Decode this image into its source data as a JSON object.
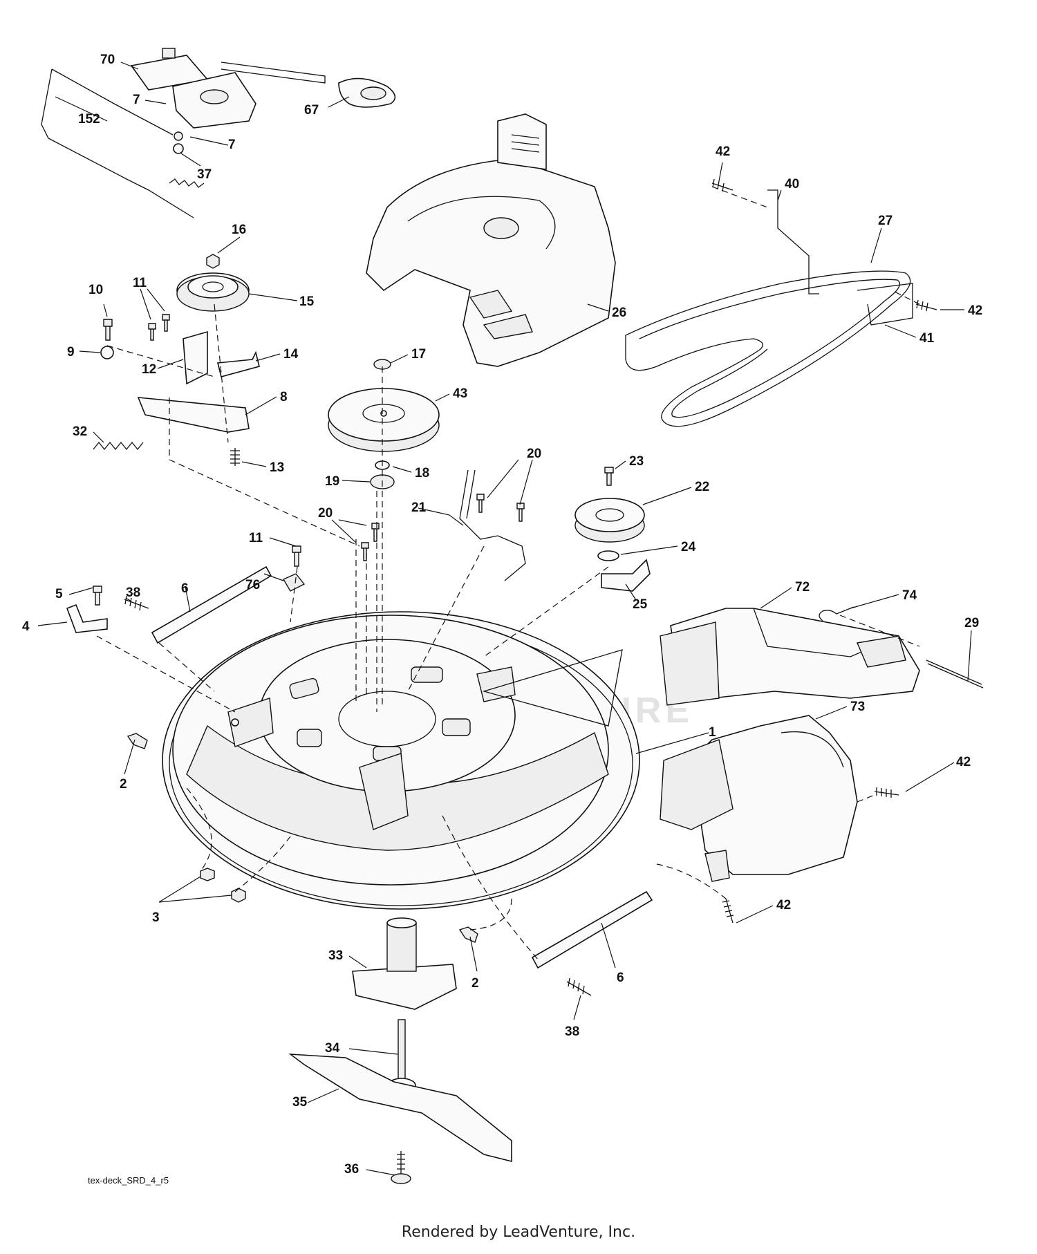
{
  "diagram_code": "tex-deck_SRD_4_r5",
  "footer": "Rendered by LeadVenture, Inc.",
  "watermark": "LEADVENTURE",
  "callouts": [
    {
      "id": "c70",
      "text": "70"
    },
    {
      "id": "c7a",
      "text": "7"
    },
    {
      "id": "c152",
      "text": "152"
    },
    {
      "id": "c7b",
      "text": "7"
    },
    {
      "id": "c37",
      "text": "37"
    },
    {
      "id": "c67",
      "text": "67"
    },
    {
      "id": "c42a",
      "text": "42"
    },
    {
      "id": "c40",
      "text": "40"
    },
    {
      "id": "c27",
      "text": "27"
    },
    {
      "id": "c42b",
      "text": "42"
    },
    {
      "id": "c41",
      "text": "41"
    },
    {
      "id": "c26",
      "text": "26"
    },
    {
      "id": "c16",
      "text": "16"
    },
    {
      "id": "c15",
      "text": "15"
    },
    {
      "id": "c11a",
      "text": "11"
    },
    {
      "id": "c10",
      "text": "10"
    },
    {
      "id": "c9",
      "text": "9"
    },
    {
      "id": "c12",
      "text": "12"
    },
    {
      "id": "c14",
      "text": "14"
    },
    {
      "id": "c8",
      "text": "8"
    },
    {
      "id": "c32",
      "text": "32"
    },
    {
      "id": "c13",
      "text": "13"
    },
    {
      "id": "c17",
      "text": "17"
    },
    {
      "id": "c43",
      "text": "43"
    },
    {
      "id": "c18",
      "text": "18"
    },
    {
      "id": "c19",
      "text": "19"
    },
    {
      "id": "c20a",
      "text": "20"
    },
    {
      "id": "c21",
      "text": "21"
    },
    {
      "id": "c23",
      "text": "23"
    },
    {
      "id": "c22",
      "text": "22"
    },
    {
      "id": "c24",
      "text": "24"
    },
    {
      "id": "c25",
      "text": "25"
    },
    {
      "id": "c20b",
      "text": "20"
    },
    {
      "id": "c11b",
      "text": "11"
    },
    {
      "id": "c76",
      "text": "76"
    },
    {
      "id": "c5",
      "text": "5"
    },
    {
      "id": "c38a",
      "text": "38"
    },
    {
      "id": "c6a",
      "text": "6"
    },
    {
      "id": "c4",
      "text": "4"
    },
    {
      "id": "c72",
      "text": "72"
    },
    {
      "id": "c74",
      "text": "74"
    },
    {
      "id": "c29",
      "text": "29"
    },
    {
      "id": "c73",
      "text": "73"
    },
    {
      "id": "c1",
      "text": "1"
    },
    {
      "id": "c42c",
      "text": "42"
    },
    {
      "id": "c2a",
      "text": "2"
    },
    {
      "id": "c3",
      "text": "3"
    },
    {
      "id": "c42d",
      "text": "42"
    },
    {
      "id": "c33",
      "text": "33"
    },
    {
      "id": "c2b",
      "text": "2"
    },
    {
      "id": "c6b",
      "text": "6"
    },
    {
      "id": "c38b",
      "text": "38"
    },
    {
      "id": "c34",
      "text": "34"
    },
    {
      "id": "c35",
      "text": "35"
    },
    {
      "id": "c36",
      "text": "36"
    }
  ]
}
